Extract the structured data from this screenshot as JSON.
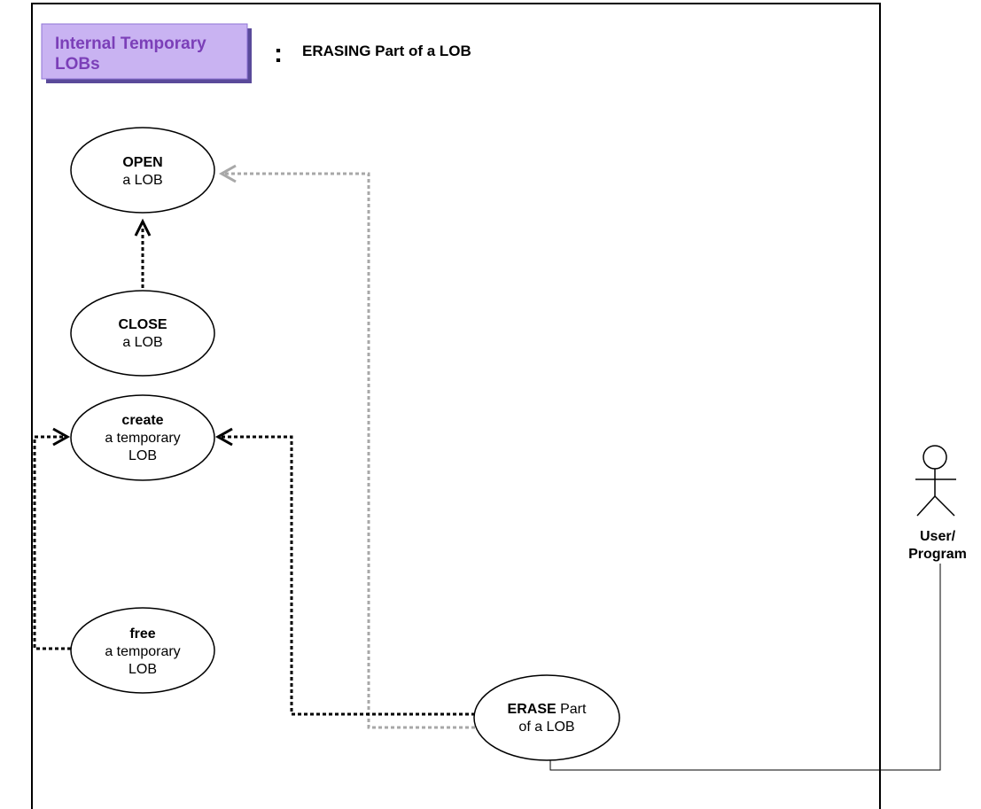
{
  "header": {
    "badge_line1": "Internal Temporary",
    "badge_line2": "LOBs",
    "separator": ":",
    "title": "ERASING Part of a LOB",
    "badge_color": "#c9b3f2",
    "badge_text_color": "#7b3fb8",
    "badge_shadow_color": "#5a4a9a"
  },
  "use_cases": {
    "open": {
      "bold": "OPEN",
      "line2": "a LOB"
    },
    "close": {
      "bold": "CLOSE",
      "line2": "a LOB"
    },
    "create": {
      "bold": "create",
      "line2": "a temporary",
      "line3": "LOB"
    },
    "free": {
      "bold": "free",
      "line2": "a temporary",
      "line3": "LOB"
    },
    "erase": {
      "bold": "ERASE",
      "bold_suffix": " Part",
      "line2": "of a LOB"
    }
  },
  "actor": {
    "line1": "User/",
    "line2": "Program"
  },
  "colors": {
    "dependency_dark": "#000000",
    "dependency_gray": "#a8a8a8"
  }
}
